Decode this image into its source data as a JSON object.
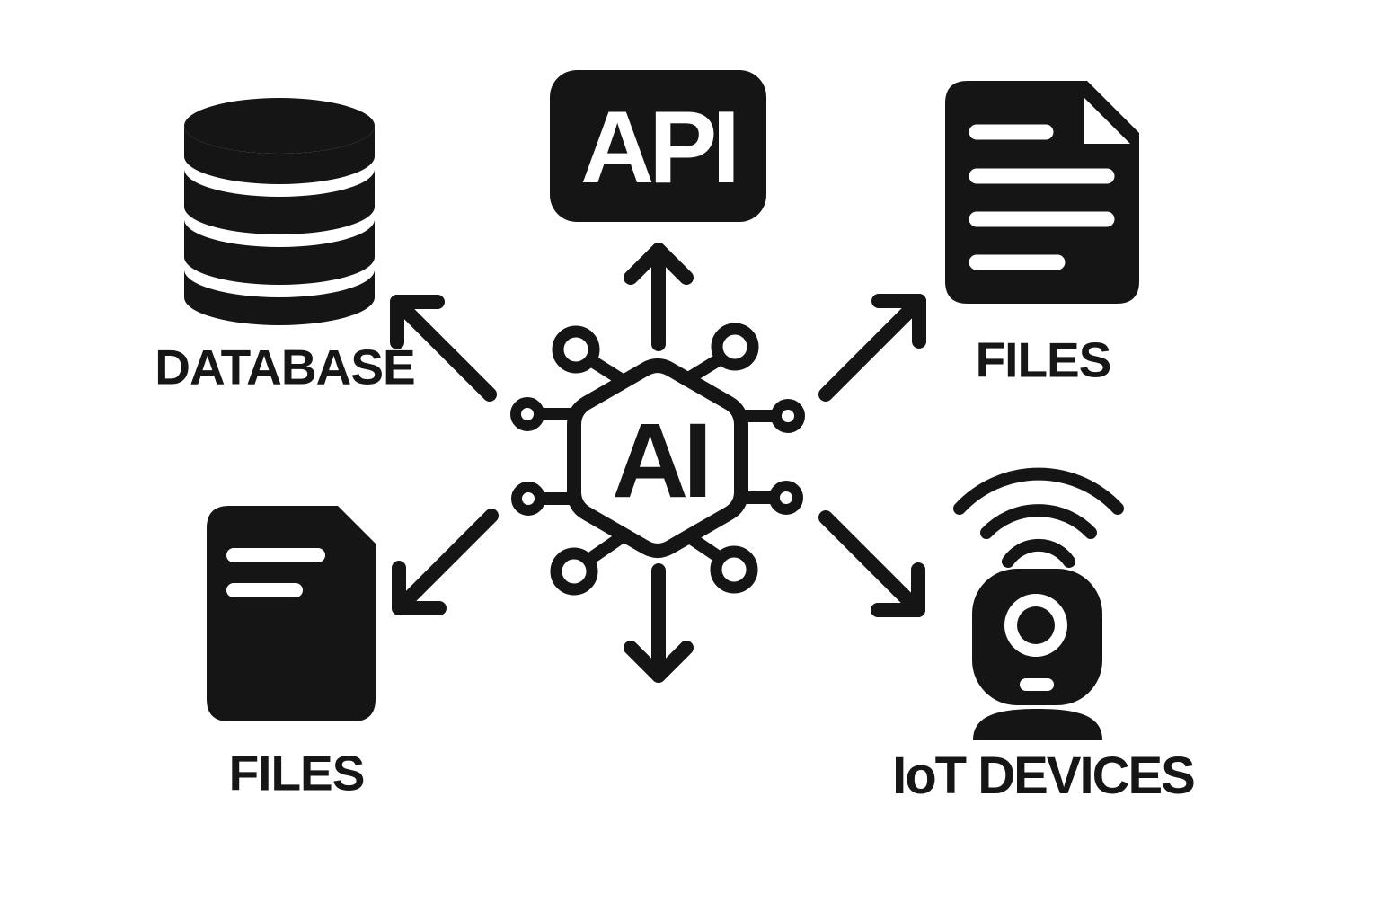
{
  "canvas": {
    "background_color": "#ffffff",
    "ink_color": "#151515"
  },
  "diagram": {
    "center": {
      "label": "AI",
      "icon": "ai-chip-icon"
    },
    "spokes": [
      {
        "position": "top-left",
        "label": "DATABASE",
        "icon": "database-cylinder-icon",
        "arrow_direction": "up-left"
      },
      {
        "position": "top",
        "label": "API",
        "icon": "api-badge-icon",
        "arrow_direction": "up"
      },
      {
        "position": "top-right",
        "label": "FILES",
        "icon": "document-dog-ear-icon",
        "arrow_direction": "up-right"
      },
      {
        "position": "bottom-left",
        "label": "FILES",
        "icon": "document-icon",
        "arrow_direction": "down-left"
      },
      {
        "position": "bottom-right",
        "label": "IoT DEVICES",
        "icon": "webcam-wifi-icon",
        "arrow_direction": "down-right"
      }
    ],
    "extra_arrows": [
      {
        "direction": "down"
      }
    ]
  }
}
